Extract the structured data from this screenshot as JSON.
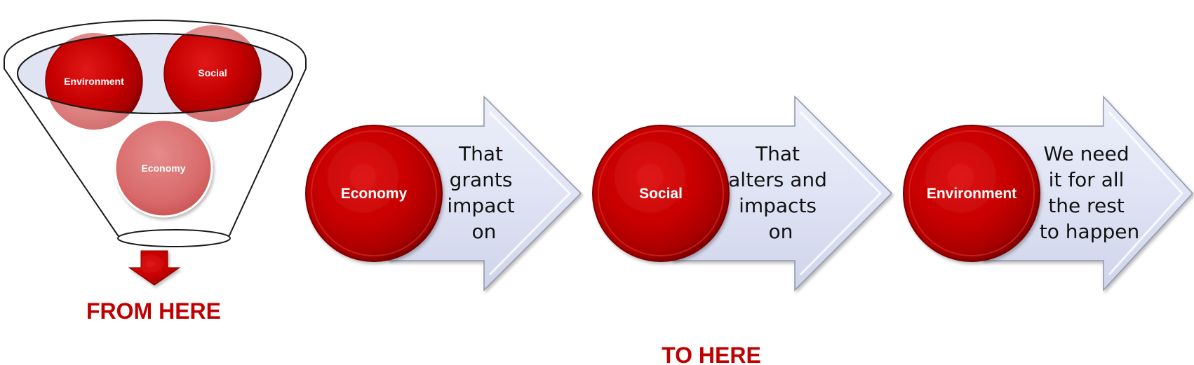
{
  "funnel": {
    "circles": [
      {
        "label": "Environment"
      },
      {
        "label": "Social"
      },
      {
        "label": "Economy"
      }
    ],
    "caption": "FROM HERE"
  },
  "flow": {
    "steps": [
      {
        "circle_label": "Economy",
        "arrow_lines": [
          "That",
          "grants",
          "impact",
          "on"
        ]
      },
      {
        "circle_label": "Social",
        "arrow_lines": [
          "That",
          "alters and",
          "impacts",
          "on"
        ]
      },
      {
        "circle_label": "Environment",
        "arrow_lines": [
          "We need",
          "it for all",
          "the rest",
          "to happen"
        ]
      }
    ],
    "caption": "TO HERE"
  },
  "colors": {
    "accent_red": "#c00000",
    "arrow_fill": "#dde1f3",
    "arrow_stroke": "#9aa0b4"
  }
}
